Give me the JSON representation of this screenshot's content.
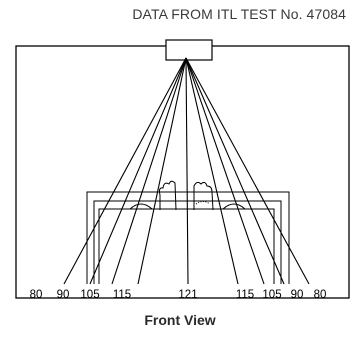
{
  "header": {
    "title": "DATA FROM ITL TEST No. 47084"
  },
  "diagram": {
    "candela_values": [
      "80",
      "90",
      "105",
      "115",
      "121",
      "115",
      "105",
      "90",
      "80"
    ]
  },
  "caption": {
    "label": "Front View"
  }
}
